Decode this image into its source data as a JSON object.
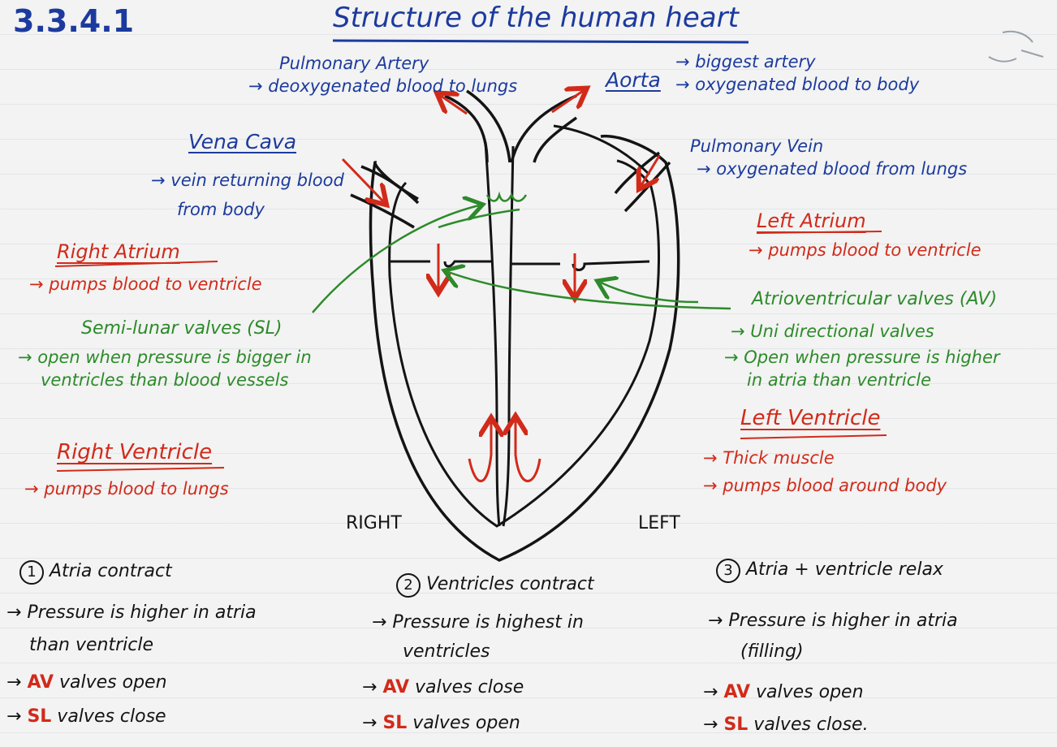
{
  "section_number": "3.3.4.1",
  "title": "Structure of the human heart",
  "labels": {
    "pulmonary_artery": {
      "name": "Pulmonary Artery",
      "note": "→ deoxygenated blood to lungs"
    },
    "aorta": {
      "name": "Aorta",
      "note1": "→ biggest artery",
      "note2": "→ oxygenated blood to body"
    },
    "vena_cava": {
      "name": "Vena Cava",
      "note1": "→ vein returning blood",
      "note2": "from body"
    },
    "pulmonary_vein": {
      "name": "Pulmonary Vein",
      "note": "→ oxygenated blood from lungs"
    },
    "right_atrium": {
      "name": "Right Atrium",
      "note": "→ pumps blood to ventricle"
    },
    "left_atrium": {
      "name": "Left Atrium",
      "note": "→ pumps blood to ventricle"
    },
    "semilunar": {
      "name": "Semi-lunar valves (SL)",
      "note1": "→ open when pressure is bigger in",
      "note2": "ventricles than blood vessels"
    },
    "av": {
      "name": "Atrioventricular valves (AV)",
      "note1": "→ Uni directional valves",
      "note2": "→ Open when pressure is higher",
      "note3": "in atria than ventricle"
    },
    "right_ventricle": {
      "name": "Right Ventricle",
      "note": "→ pumps blood to lungs"
    },
    "left_ventricle": {
      "name": "Left Ventricle",
      "note1": "→ Thick muscle",
      "note2": "→ pumps blood around body"
    },
    "side_right": "RIGHT",
    "side_left": "LEFT"
  },
  "steps": [
    {
      "number": "1",
      "heading": "Atria contract",
      "lines": [
        {
          "text": "→ Pressure is higher in atria"
        },
        {
          "text": "than ventricle"
        },
        {
          "prefix": "→ ",
          "accent": "AV",
          "text": " valves open"
        },
        {
          "prefix": "→ ",
          "accent": "SL",
          "text": " valves close"
        }
      ]
    },
    {
      "number": "2",
      "heading": "Ventricles contract",
      "lines": [
        {
          "text": "→ Pressure is highest in"
        },
        {
          "text": "ventricles"
        },
        {
          "prefix": "→ ",
          "accent": "AV",
          "text": " valves close"
        },
        {
          "prefix": "→ ",
          "accent": "SL",
          "text": " valves open"
        }
      ]
    },
    {
      "number": "3",
      "heading": "Atria + ventricle relax",
      "lines": [
        {
          "text": "→ Pressure is higher in atria"
        },
        {
          "text": "(filling)"
        },
        {
          "prefix": "→ ",
          "accent": "AV",
          "text": " valves open"
        },
        {
          "prefix": "→ ",
          "accent": "SL",
          "text": " valves close."
        }
      ]
    }
  ],
  "colors": {
    "blue": "#1c3a9e",
    "red": "#d22a1a",
    "green": "#2d8a2a",
    "black": "#141414",
    "paper": "#f2f3f2"
  }
}
